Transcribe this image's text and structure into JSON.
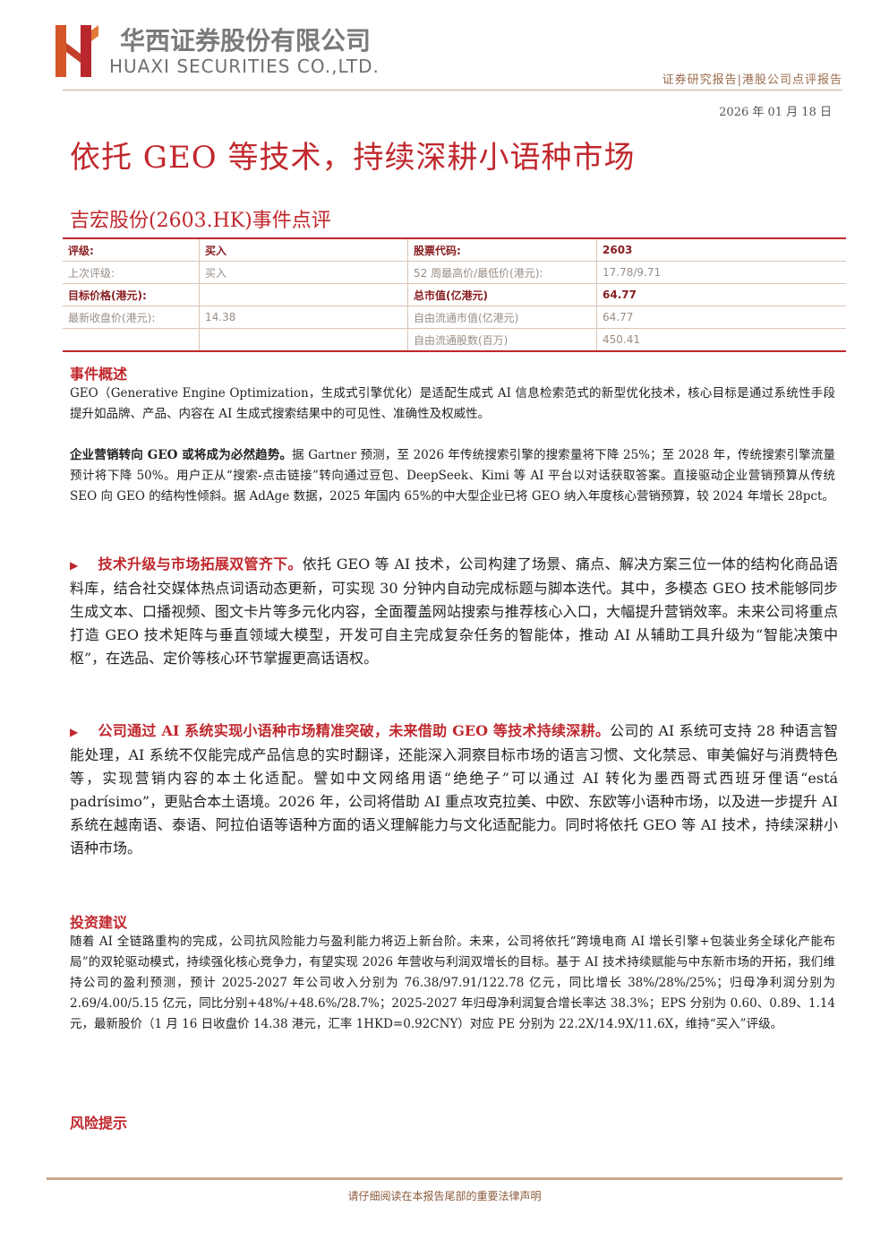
{
  "header": {
    "company_cn": "华西证券股份有限公司",
    "company_en": "HUAXI SECURITIES CO.,LTD.",
    "report_type": "证券研究报告|港股公司点评报告",
    "date": "2026 年 01 月 18 日",
    "colors": {
      "accent": "#c0282d",
      "logo_orange": "#d4572a",
      "logo_red": "#b8282d"
    }
  },
  "title": "依托 GEO 等技术，持续深耕小语种市场",
  "subtitle": "吉宏股份(2603.HK)事件点评",
  "info_table": {
    "rows": [
      [
        "评级:",
        "买入",
        "股票代码:",
        "2603"
      ],
      [
        "上次评级:",
        "买入",
        "52 周最高价/最低价(港元):",
        "17.78/9.71"
      ],
      [
        "目标价格(港元):",
        "",
        "总市值(亿港元)",
        "64.77"
      ],
      [
        "最新收盘价(港元):",
        "14.38",
        "自由流通市值(亿港元)",
        "64.77"
      ],
      [
        "",
        "",
        "自由流通股数(百万)",
        "450.41"
      ]
    ]
  },
  "sections": {
    "event_heading": "事件概述",
    "event_p1": "GEO（Generative Engine Optimization，生成式引擎优化）是适配生成式 AI 信息检索范式的新型优化技术，核心目标是通过系统性手段提升如品牌、产品、内容在 AI 生成式搜索结果中的可见性、准确性及权威性。",
    "event_p2_bold": "企业营销转向 GEO 或将成为必然趋势。",
    "event_p2": "据 Gartner 预测，至 2026 年传统搜索引擎的搜索量将下降 25%；至 2028 年，传统搜索引擎流量预计将下降 50%。用户正从“搜索-点击链接”转向通过豆包、DeepSeek、Kimi 等 AI 平台以对话获取答案。直接驱动企业营销预算从传统 SEO 向 GEO 的结构性倾斜。据 AdAge 数据，2025 年国内 65%的中大型企业已将 GEO 纳入年度核心营销预算，较 2024 年增长 28pct。",
    "bullet_marker": "▶",
    "bullet1_bold": "技术升级与市场拓展双管齐下。",
    "bullet1": "依托 GEO 等 AI 技术，公司构建了场景、痛点、解决方案三位一体的结构化商品语料库，结合社交媒体热点词语动态更新，可实现 30 分钟内自动完成标题与脚本迭代。其中，多模态 GEO 技术能够同步生成文本、口播视频、图文卡片等多元化内容，全面覆盖网站搜索与推荐核心入口，大幅提升营销效率。未来公司将重点打造 GEO 技术矩阵与垂直领域大模型，开发可自主完成复杂任务的智能体，推动 AI 从辅助工具升级为“智能决策中枢”，在选品、定价等核心环节掌握更高话语权。",
    "bullet2_bold": "公司通过 AI 系统实现小语种市场精准突破，未来借助 GEO 等技术持续深耕。",
    "bullet2": "公司的 AI 系统可支持 28 种语言智能处理，AI 系统不仅能完成产品信息的实时翻译，还能深入洞察目标市场的语言习惯、文化禁忌、审美偏好与消费特色等，实现营销内容的本土化适配。譬如中文网络用语“绝绝子”可以通过 AI 转化为墨西哥式西班牙俚语“está padrísimo”，更贴合本土语境。2026 年，公司将借助 AI 重点攻克拉美、中欧、东欧等小语种市场，以及进一步提升 AI 系统在越南语、泰语、阿拉伯语等语种方面的语义理解能力与文化适配能力。同时将依托 GEO 等 AI 技术，持续深耕小语种市场。",
    "invest_heading": "投资建议",
    "invest_p": "随着 AI 全链路重构的完成，公司抗风险能力与盈利能力将迈上新台阶。未来，公司将依托“跨境电商 AI 增长引擎+包装业务全球化产能布局”的双轮驱动模式，持续强化核心竞争力，有望实现 2026 年营收与利润双增长的目标。基于 AI 技术持续赋能与中东新市场的开拓，我们维持公司的盈利预测，预计 2025-2027 年公司收入分别为 76.38/97.91/122.78 亿元，同比增长 38%/28%/25%；归母净利润分别为 2.69/4.00/5.15 亿元，同比分别+48%/+48.6%/28.7%；2025-2027 年归母净利润复合增长率达 38.3%；EPS 分别为 0.60、0.89、1.14 元，最新股价（1 月 16 日收盘价 14.38 港元，汇率 1HKD=0.92CNY）对应 PE 分别为 22.2X/14.9X/11.6X，维持“买入”评级。",
    "risk_heading": "风险提示"
  },
  "footer": "请仔细阅读在本报告尾部的重要法律声明"
}
